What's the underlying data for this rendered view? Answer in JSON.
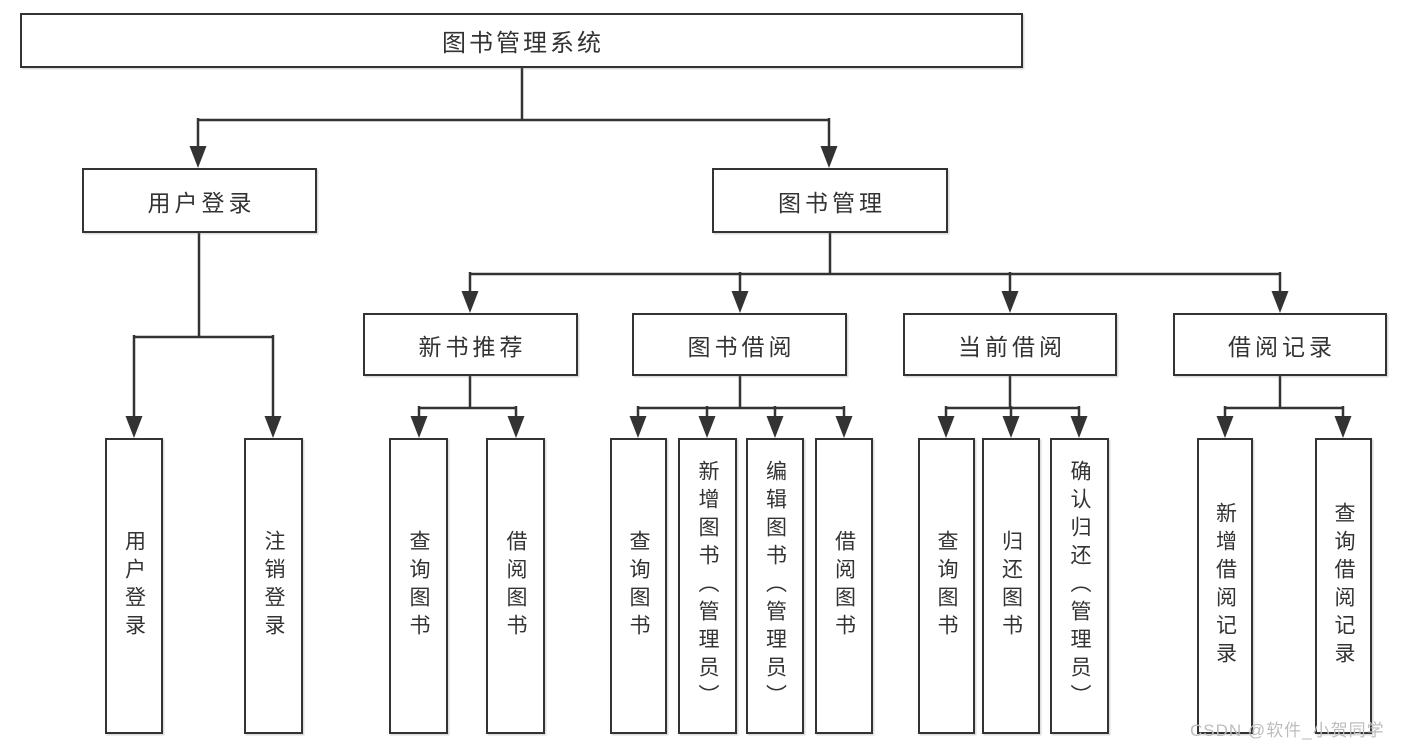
{
  "diagram": {
    "title": "图书管理系统",
    "branches": [
      {
        "label": "用户登录",
        "children": [
          {
            "label": "用户登录"
          },
          {
            "label": "注销登录"
          }
        ]
      },
      {
        "label": "图书管理",
        "children": [
          {
            "label": "新书推荐",
            "children": [
              {
                "label": "查询图书"
              },
              {
                "label": "借阅图书"
              }
            ]
          },
          {
            "label": "图书借阅",
            "children": [
              {
                "label": "查询图书"
              },
              {
                "label": "新增图书（管理员）"
              },
              {
                "label": "编辑图书（管理员）"
              },
              {
                "label": "借阅图书"
              }
            ]
          },
          {
            "label": "当前借阅",
            "children": [
              {
                "label": "查询图书"
              },
              {
                "label": "归还图书"
              },
              {
                "label": "确认归还（管理员）"
              }
            ]
          },
          {
            "label": "借阅记录",
            "children": [
              {
                "label": "新增借阅记录"
              },
              {
                "label": "查询借阅记录"
              }
            ]
          }
        ]
      }
    ],
    "watermark": "CSDN @软件_小贺同学",
    "colors": {
      "line": "#333333",
      "text": "#333333",
      "background": "#ffffff",
      "watermark_text": "#bdbdbd"
    }
  }
}
